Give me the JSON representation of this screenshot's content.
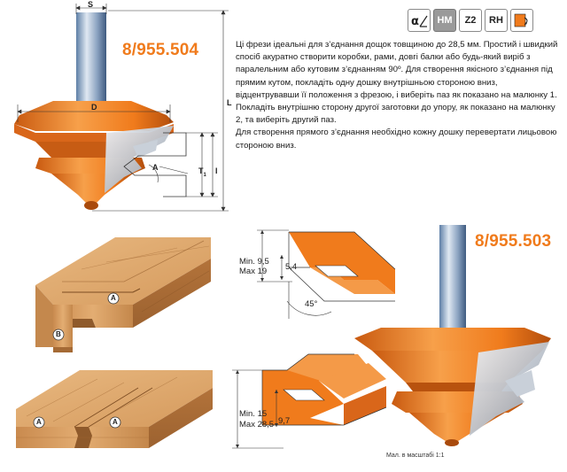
{
  "product": {
    "code_1": "8/955.504",
    "code_2": "8/955.503"
  },
  "badges": {
    "material": "HM",
    "teeth": "Z2",
    "rotation": "RH",
    "icons": [
      "angle-icon",
      "feed-direction-icon"
    ],
    "accent_color": "#f07b1c"
  },
  "description": {
    "lines": [
      "Ці фрези ідеальні для з’єднання дощок товщиною до 28,5 мм. Простий і швидкий спосіб акуратно створити коробки, рами, довгі балки або будь-який виріб з паралельним або кутовим з’єднанням 90º. Для створення якісного з’єднання під прямим кутом, покладіть одну дошку внутрішньою стороною вниз, відцентрувавши її положення з фрезою, і виберіть паз як показано на малюнку 1. Покладіть внутрішню сторону другої заготовки до упору, як показано на малюнку 2, та виберіть другий паз.",
      "Для створення прямого з’єднання необхідно кожну дошку перевертати лицьовою стороною вниз."
    ]
  },
  "dimensions_cutter": {
    "s": "S",
    "d": "D",
    "a": "A",
    "l": "L",
    "t1": "T",
    "t1_sub": "1",
    "i": "I"
  },
  "profile_45": {
    "min": "Min. 9,5",
    "max": "Max 19",
    "depth": "5,4",
    "angle": "45°"
  },
  "profile_flat": {
    "min": "Min. 15",
    "max": "Max 28,5",
    "depth": "9,7"
  },
  "wood_labels": {
    "a": "A",
    "b": "B"
  },
  "scale_note": "Мал. в масштабі 1:1"
}
